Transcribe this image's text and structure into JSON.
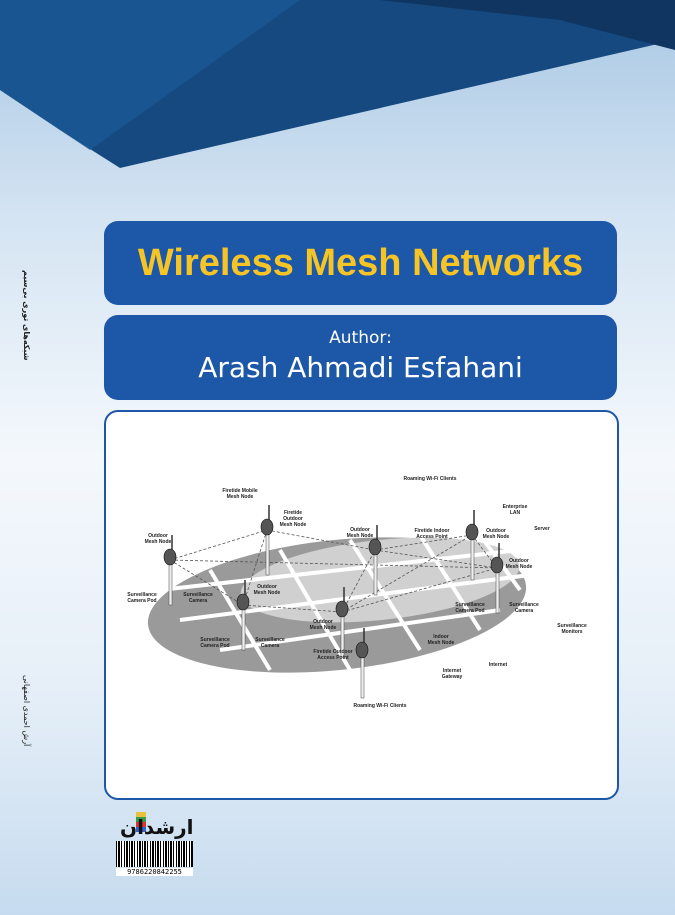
{
  "cover": {
    "title": "Wireless Mesh Networks",
    "author_label": "Author:",
    "author_name": "Arash Ahmadi Esfahani"
  },
  "spine": {
    "title": "شبکه‌های توری بی‌سیم",
    "author": "آرش احمدی اصفهانی"
  },
  "publisher": {
    "name": "ارشدان",
    "isbn": "9786220842255"
  },
  "colors": {
    "box": "#1c57a8",
    "title": "#f6c425",
    "dark_blue": "#0f3d6e"
  },
  "diagram": {
    "labels": [
      [
        "Roaming Wi-Fi Clients"
      ],
      [
        "Firetide Mobile",
        "Mesh Node"
      ],
      [
        "Firetide",
        "Outdoor",
        "Mesh Node"
      ],
      [
        "Outdoor",
        "Mesh Node"
      ],
      [
        "Outdoor",
        "Mesh Node"
      ],
      [
        "Firetide Indoor",
        "Access Point"
      ],
      [
        "Enterprise",
        "LAN"
      ],
      [
        "Server"
      ],
      [
        "Outdoor",
        "Mesh Node"
      ],
      [
        "Outdoor",
        "Mesh Node"
      ],
      [
        "Surveillance",
        "Camera Pod"
      ],
      [
        "Surveillance",
        "Camera"
      ],
      [
        "Outdoor",
        "Mesh Node"
      ],
      [
        "Surveillance",
        "Camera Pod"
      ],
      [
        "Surveillance",
        "Camera"
      ],
      [
        "Surveillance",
        "Monitors"
      ],
      [
        "Outdoor",
        "Mesh Node"
      ],
      [
        "Surveillance",
        "Camera Pod"
      ],
      [
        "Surveillance",
        "Camera"
      ],
      [
        "Indoor",
        "Mesh Node"
      ],
      [
        "Firetide Outdoor",
        "Access Point"
      ],
      [
        "Internet"
      ],
      [
        "Internet",
        "Gateway"
      ],
      [
        "Roaming Wi-Fi Clients"
      ]
    ]
  }
}
